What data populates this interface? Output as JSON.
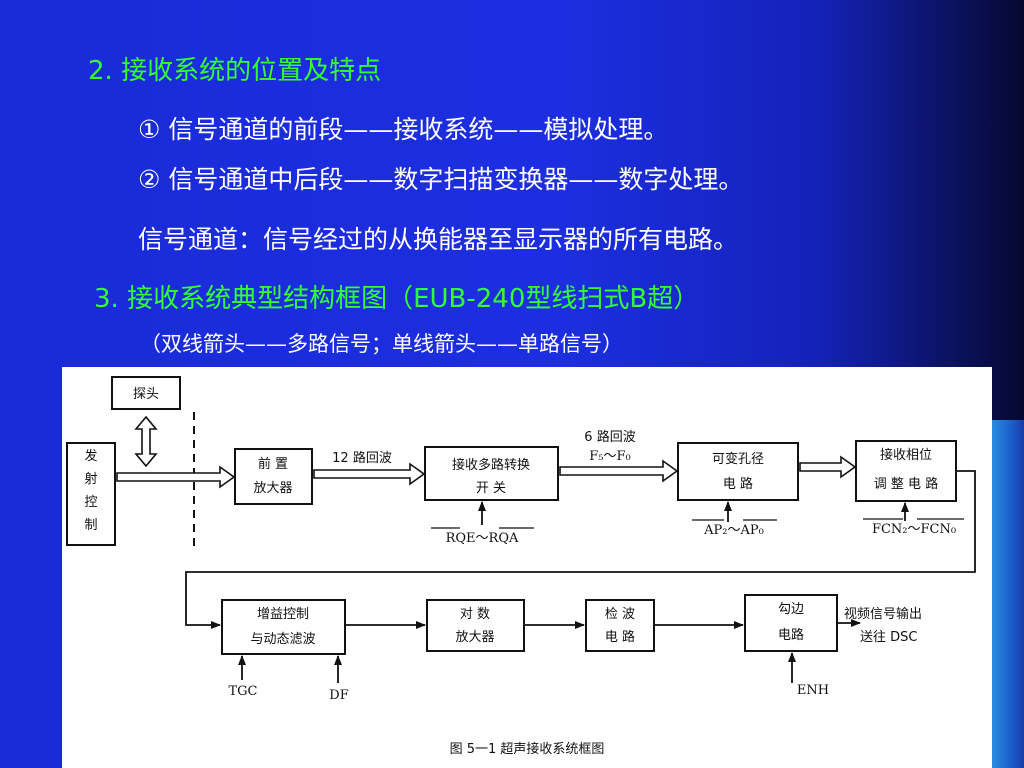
{
  "slide": {
    "section2_heading": "2. 接收系统的位置及特点",
    "line1": "① 信号通道的前段——接收系统——模拟处理。",
    "line2": "② 信号通道中后段——数字扫描变换器——数字处理。",
    "line3": "信号通道：信号经过的从换能器至显示器的所有电路。",
    "section3_heading": "3. 接收系统典型结构框图（EUB-240型线扫式B超）",
    "section3_note": "（双线箭头——多路信号；单线箭头——单路信号）"
  },
  "diagram": {
    "probe": "探头",
    "transmit_ctrl": [
      "发",
      "射",
      "控",
      "制"
    ],
    "preamp": [
      "前 置",
      "放大器"
    ],
    "label_12": "12 路回波",
    "mux": [
      "接收多路转换",
      "开          关"
    ],
    "label_6": "6 路回波",
    "label_f": "F₅～F₀",
    "variable_aperture": [
      "可变孔径",
      "电          路"
    ],
    "phase_adjust": [
      "接收相位",
      "调 整 电 路"
    ],
    "rqe": "RQE～RQA",
    "ap": "AP₂～AP₀",
    "fcn": "FCN₂～FCN₀",
    "gain_ctrl": [
      "增益控制",
      "与动态滤波"
    ],
    "log_amp": [
      "对      数",
      "放大器"
    ],
    "detector": [
      "检    波",
      "电    路"
    ],
    "edge_enhance": [
      "勾边",
      "电路"
    ],
    "video_out": [
      "视频信号输出",
      "送往 DSC"
    ],
    "tgc": "TGC",
    "df": "DF",
    "enh": "ENH",
    "caption": "图 5一1    超声接收系统框图"
  }
}
